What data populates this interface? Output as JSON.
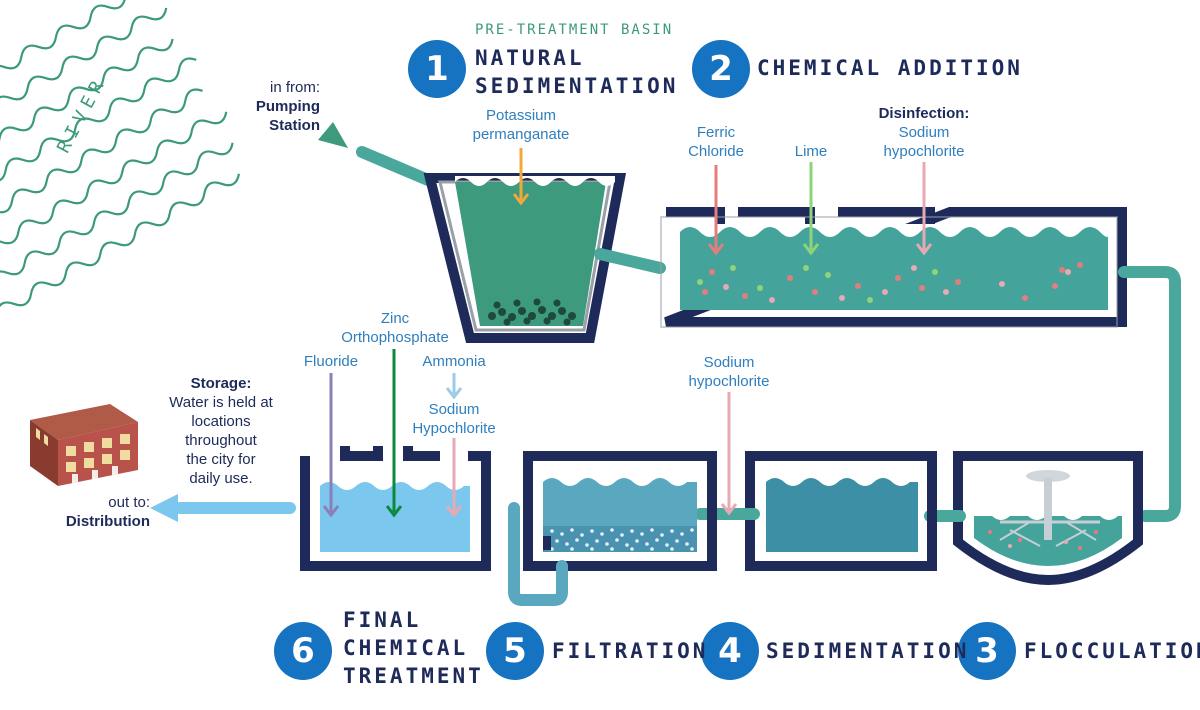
{
  "river": "RIVER",
  "inflow": {
    "line1": "in from:",
    "line2": "Pumping",
    "line3": "Station"
  },
  "stages": [
    {
      "number": "1",
      "pre_label": "PRE-TREATMENT BASIN",
      "title_lines": [
        "NATURAL",
        "SEDIMENTATION"
      ]
    },
    {
      "number": "2",
      "title_lines": [
        "CHEMICAL ADDITION"
      ]
    },
    {
      "number": "3",
      "title_lines": [
        "FLOCCULATION"
      ]
    },
    {
      "number": "4",
      "title_lines": [
        "SEDIMENTATION"
      ]
    },
    {
      "number": "5",
      "title_lines": [
        "FILTRATION"
      ]
    },
    {
      "number": "6",
      "title_lines": [
        "FINAL",
        "CHEMICAL",
        "TREATMENT"
      ]
    }
  ],
  "chemicals": {
    "potassium": {
      "line1": "Potassium",
      "line2": "permanganate"
    },
    "ferric": {
      "line1": "Ferric",
      "line2": "Chloride"
    },
    "lime": {
      "line1": "Lime"
    },
    "disinfection": {
      "heading": "Disinfection:",
      "line1": "Sodium",
      "line2": "hypochlorite"
    },
    "sodium_mid": {
      "line1": "Sodium",
      "line2": "hypochlorite"
    },
    "zinc": {
      "line1": "Zinc",
      "line2": "Orthophosphate"
    },
    "fluoride": {
      "line1": "Fluoride"
    },
    "ammonia": {
      "line1": "Ammonia"
    },
    "sodium_final": {
      "line1": "Sodium",
      "line2": "Hypochlorite"
    }
  },
  "storage": {
    "heading": "Storage:",
    "lines": [
      "Water is held at",
      "locations",
      "throughout",
      "the city for",
      "daily use."
    ]
  },
  "outflow": {
    "line1": "out to:",
    "line2": "Distribution"
  },
  "colors": {
    "navy": "#1d2a5a",
    "blue": "#1673c1",
    "text_blue": "#2f7fbe",
    "basin_green": "#3e9a7c",
    "teal_water": "#44a39a",
    "pipe": "#4aa79c",
    "light_blue_water": "#7cc7ee",
    "river_green": "#3c9a78",
    "orange": "#f2a93b",
    "salmon": "#e47d7d",
    "lime_green": "#8fd47a",
    "pink": "#e8a9b4",
    "purple": "#8c7fb8",
    "dark_green": "#0b8a3e",
    "sky": "#9ccbe8"
  }
}
